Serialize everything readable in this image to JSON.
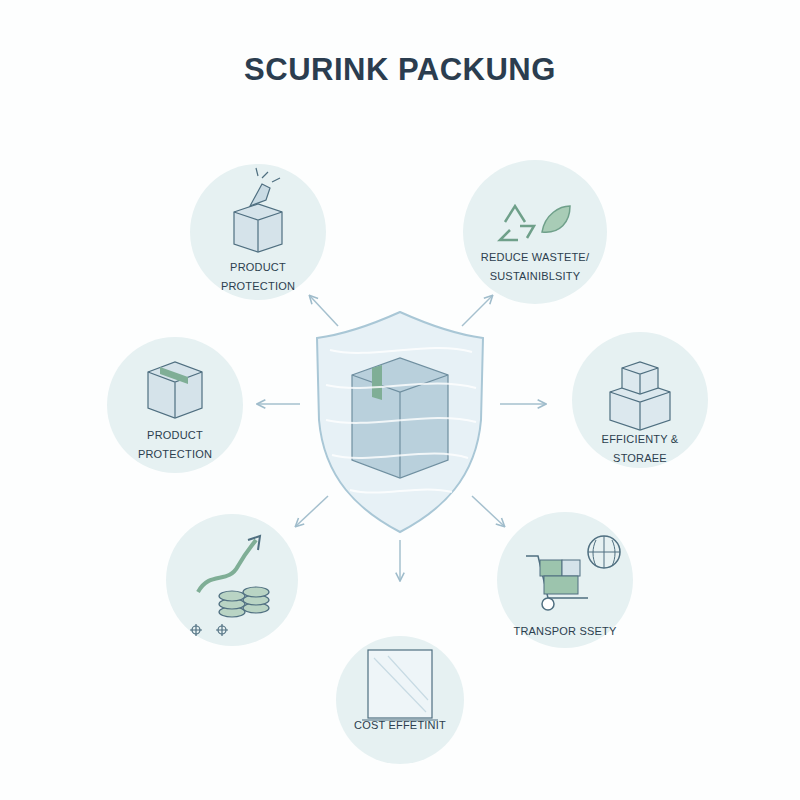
{
  "diagram": {
    "title": "SCURINK PACKUNG",
    "nodes": [
      {
        "text": [
          "PRODUCT PROTECTION"
        ]
      },
      {
        "text": [
          "REDUCE WASTETE/ SUSTAINIBLSITY"
        ]
      },
      {
        "text": [
          "PRODUCT PROTECTION"
        ]
      },
      {
        "text": [
          "EFFICIENTY & STORAEE"
        ]
      },
      {
        "text": [
          "TRANSPOR SSETY"
        ]
      },
      {
        "text": [
          "COST EFFETINIT"
        ]
      }
    ]
  }
}
